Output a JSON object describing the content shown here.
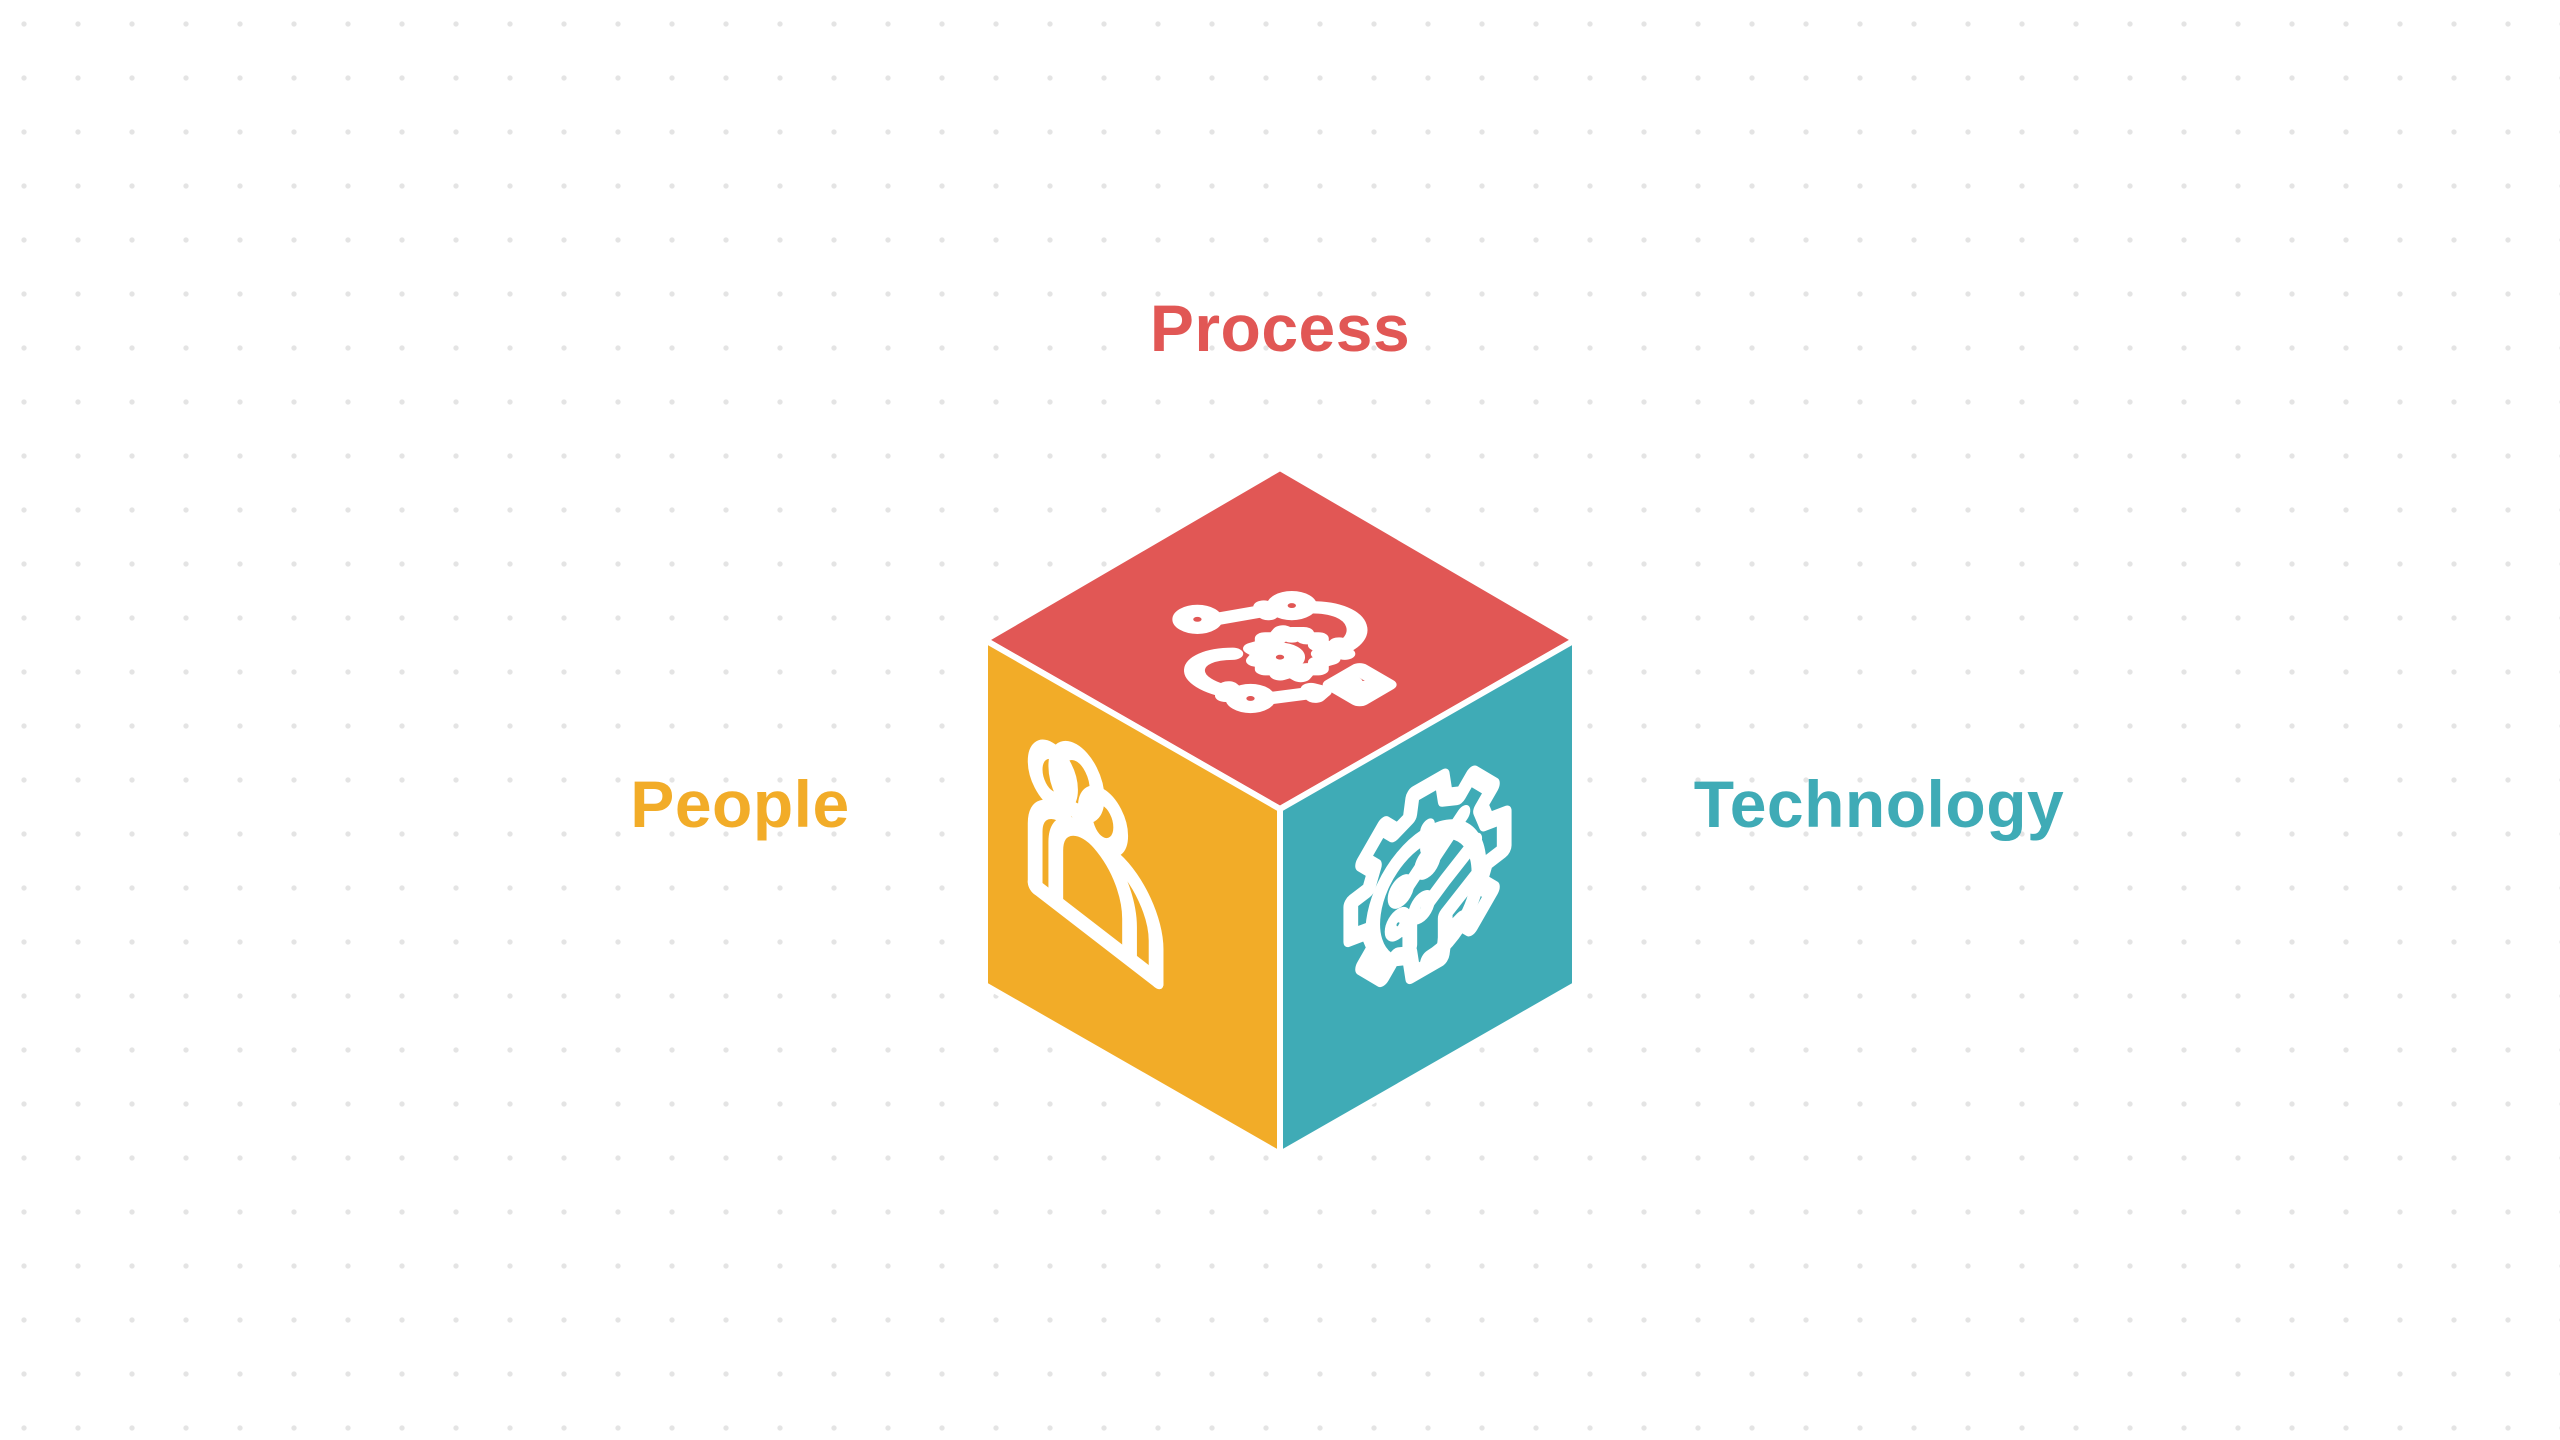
{
  "labels": {
    "process": "Process",
    "people": "People",
    "technology": "Technology"
  },
  "colors": {
    "process": "#E15755",
    "people": "#F2AC28",
    "technology": "#3FABB6"
  },
  "icons": {
    "process": "process-flow-gear-icon",
    "people": "people-group-icon",
    "technology": "gear-circuit-icon"
  }
}
